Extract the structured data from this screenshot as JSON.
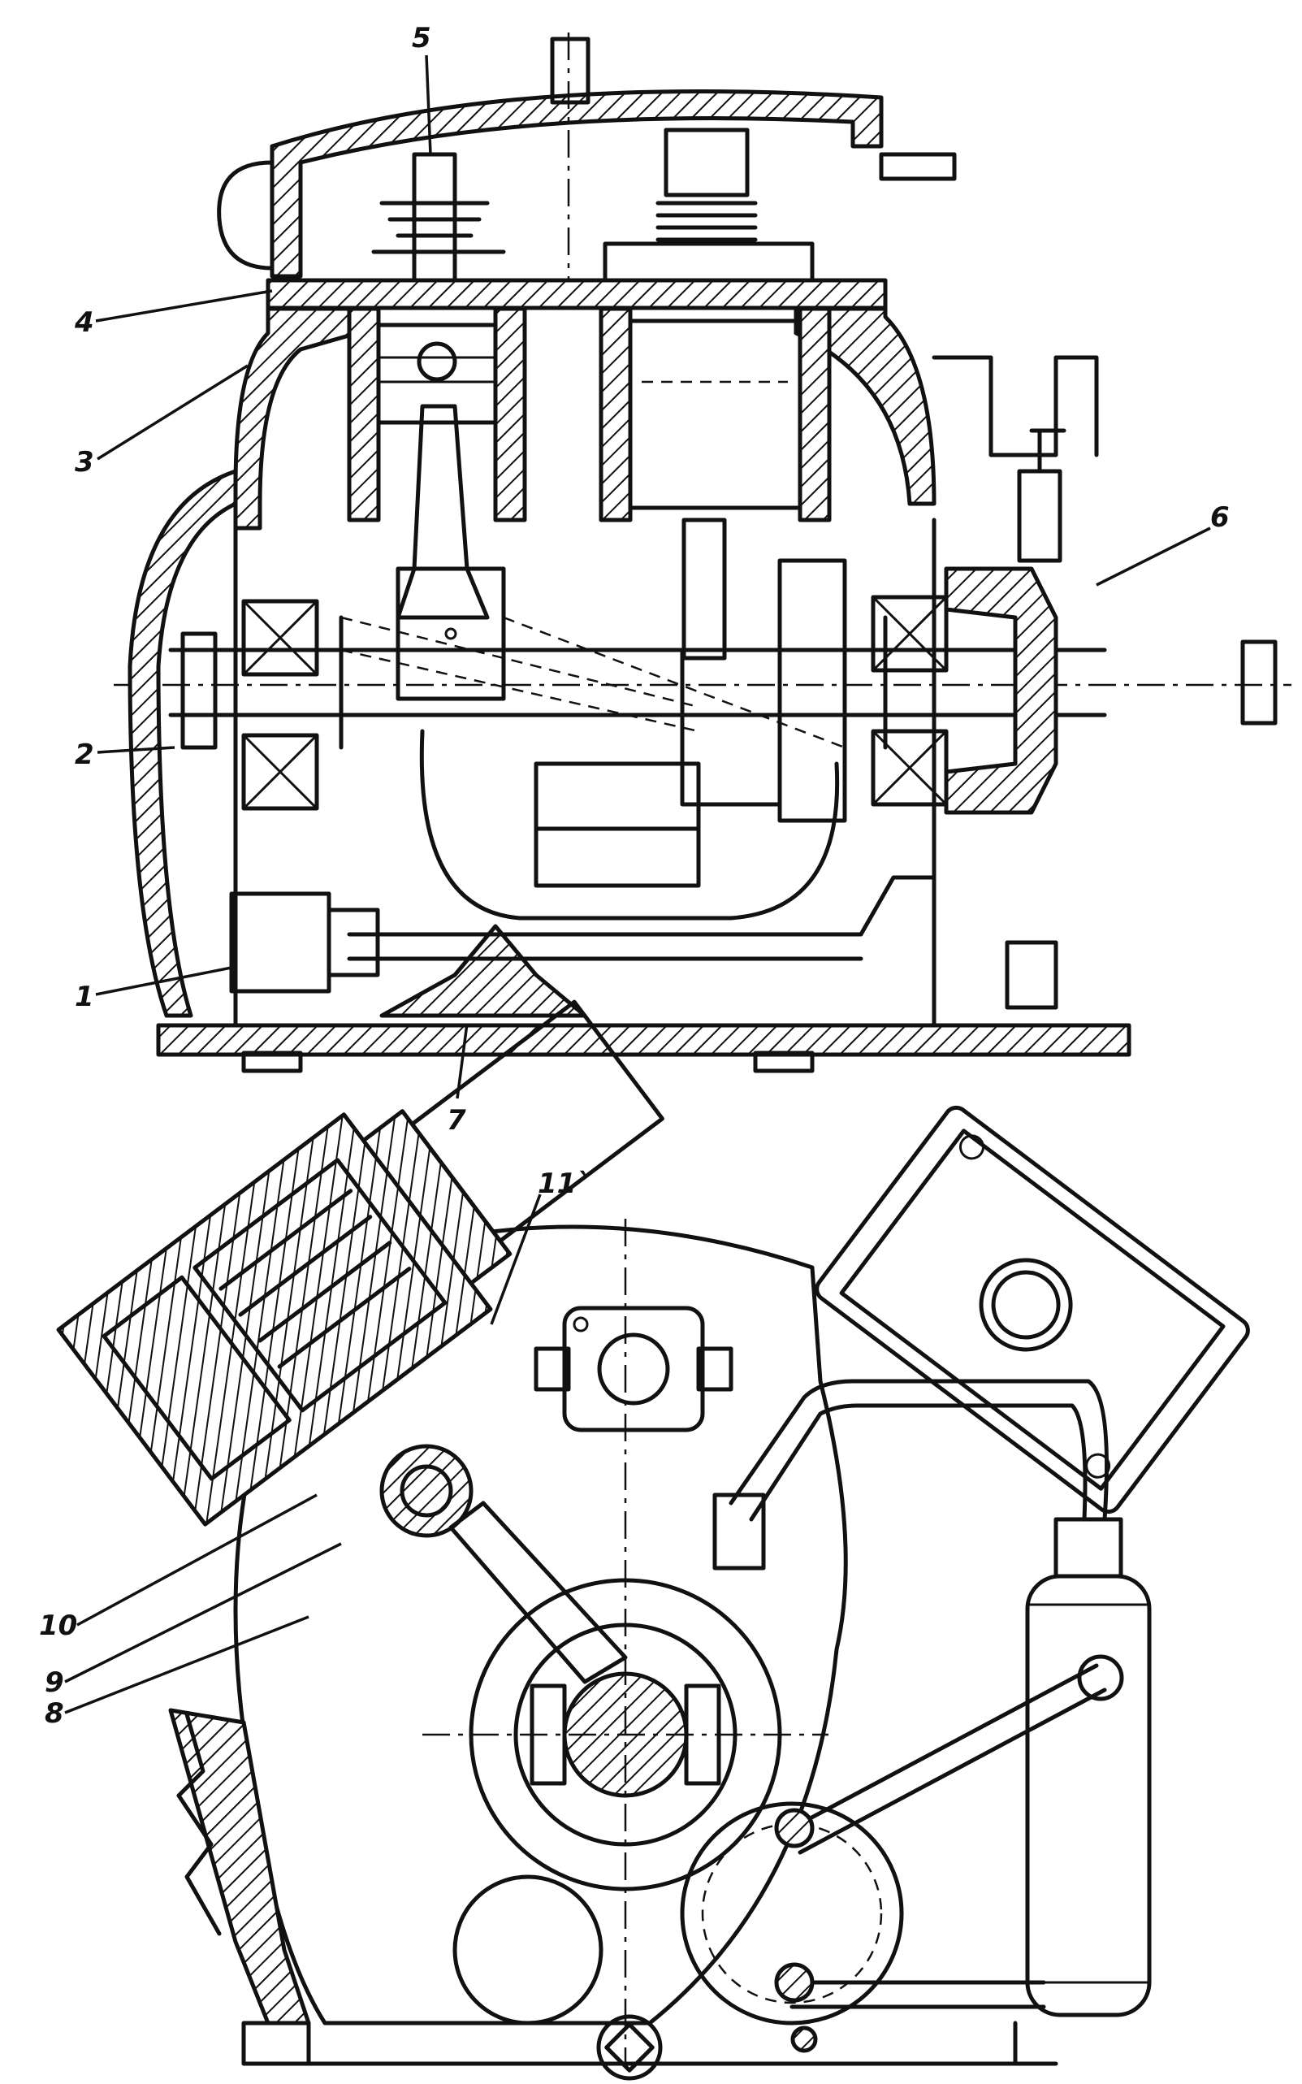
{
  "callouts": {
    "c1": "1",
    "c2": "2",
    "c3": "3",
    "c4": "4",
    "c5": "5",
    "c6": "6",
    "c7": "7",
    "c8": "8",
    "c9": "9",
    "c10": "10",
    "c11": "11`"
  },
  "colors": {
    "ink": "#111111",
    "paper": "#ffffff"
  }
}
